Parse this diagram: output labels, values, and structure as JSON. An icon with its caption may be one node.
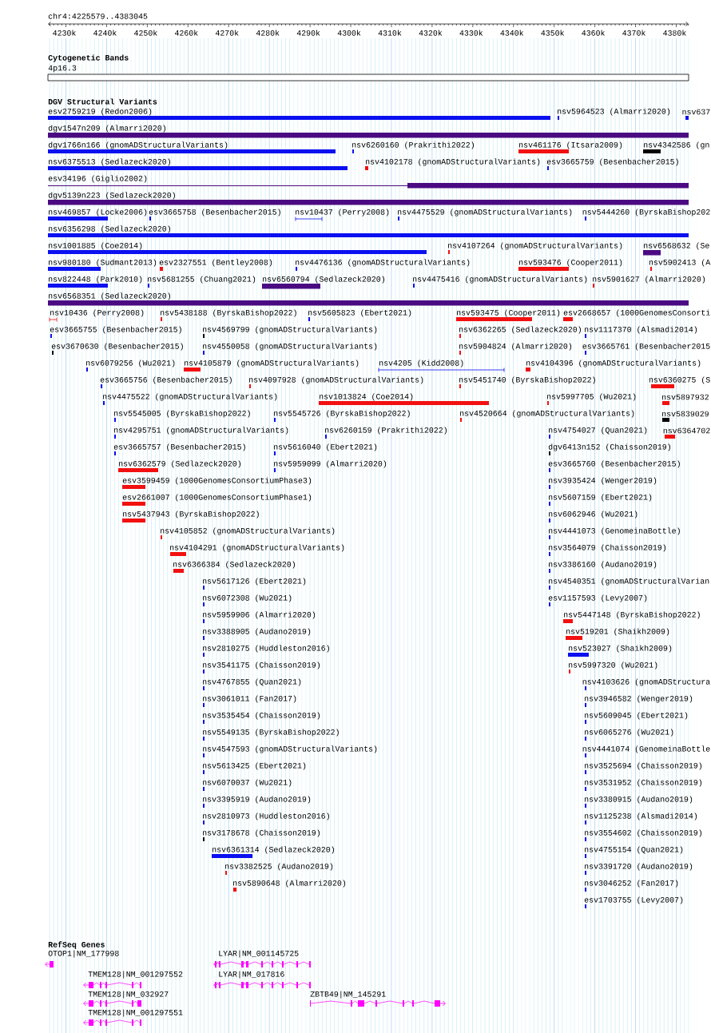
{
  "diagram": {
    "nodes": [
      {
        "text": [
          "4p16.3"
        ]
      },
      {
        "text": [
          "esv2759219 (Redon2006)"
        ]
      },
      {
        "text": [
          "nsv5964523 (Almarri2020)"
        ]
      },
      {
        "text": [
          "nsv637"
        ]
      },
      {
        "text": [
          "dgv1547n209 (Almarri2020)"
        ]
      },
      {
        "text": [
          "dgv1766n166 (gnomADStructuralVariants)"
        ]
      },
      {
        "text": [
          "nsv6260160 (Prakrithi2022)"
        ]
      },
      {
        "text": [
          "nsv461176 (Itsara2009)"
        ]
      },
      {
        "text": [
          "nsv4342586 (gn"
        ]
      },
      {
        "text": [
          "nsv6375513 (Sedlazeck2020)"
        ]
      },
      {
        "text": [
          "nsv4102178 (gnomADStructuralVariants)"
        ]
      },
      {
        "text": [
          "esv3665759 (Besenbacher2015)"
        ]
      },
      {
        "text": [
          "esv34196 (Giglio2002)"
        ]
      },
      {
        "text": [
          "dgv5139n223 (Sedlazeck2020)"
        ]
      },
      {
        "text": [
          "nsv469857 (Locke2006)"
        ]
      },
      {
        "text": [
          "esv3665758 (Besenbacher2015)"
        ]
      },
      {
        "text": [
          "nsv10437 (Perry2008)"
        ]
      },
      {
        "text": [
          "nsv4475529 (gnomADStructuralVariants)"
        ]
      },
      {
        "text": [
          "nsv5444260 (ByrskaBishop202"
        ]
      },
      {
        "text": [
          "nsv6356298 (Sedlazeck2020)"
        ]
      },
      {
        "text": [
          "nsv1001885 (Coe2014)"
        ]
      },
      {
        "text": [
          "nsv4107264 (gnomADStructuralVariants)"
        ]
      },
      {
        "text": [
          "nsv6568632 (Se"
        ]
      },
      {
        "text": [
          "nsv980180 (Sudmant2013)"
        ]
      },
      {
        "text": [
          "esv2327551 (Bentley2008)"
        ]
      },
      {
        "text": [
          "nsv4476136 (gnomADStructuralVariants)"
        ]
      },
      {
        "text": [
          "nsv593476 (Cooper2011)"
        ]
      },
      {
        "text": [
          "nsv5902413 (A"
        ]
      },
      {
        "text": [
          "nsv822448 (Park2010)"
        ]
      },
      {
        "text": [
          "nsv5681255 (Chuang2021)"
        ]
      },
      {
        "text": [
          "nsv6560794 (Sedlazeck2020)"
        ]
      },
      {
        "text": [
          "nsv4475416 (gnomADStructuralVariants)"
        ]
      },
      {
        "text": [
          "nsv5901627 (Almarri2020)"
        ]
      },
      {
        "text": [
          "nsv6568351 (Sedlazeck2020)"
        ]
      },
      {
        "text": [
          "nsv10436 (Perry2008)"
        ]
      },
      {
        "text": [
          "nsv5438188 (ByrskaBishop2022)"
        ]
      },
      {
        "text": [
          "nsv5605823 (Ebert2021)"
        ]
      },
      {
        "text": [
          "nsv593475 (Cooper2011)"
        ]
      },
      {
        "text": [
          "esv2668657 (1000GenomesConsorti"
        ]
      },
      {
        "text": [
          "esv3665755 (Besenbacher2015)"
        ]
      },
      {
        "text": [
          "nsv4569799 (gnomADStructuralVariants)"
        ]
      },
      {
        "text": [
          "nsv6362265 (Sedlazeck2020)"
        ]
      },
      {
        "text": [
          "nsv1117370 (Alsmadi2014)"
        ]
      },
      {
        "text": [
          "esv3670630 (Besenbacher2015)"
        ]
      },
      {
        "text": [
          "nsv4550058 (gnomADStructuralVariants)"
        ]
      },
      {
        "text": [
          "nsv5904824 (Almarri2020)"
        ]
      },
      {
        "text": [
          "esv3665761 (Besenbacher2015"
        ]
      },
      {
        "text": [
          "nsv6079256 (Wu2021)"
        ]
      },
      {
        "text": [
          "nsv4105879 (gnomADStructuralVariants)"
        ]
      },
      {
        "text": [
          "nsv4205 (Kidd2008)"
        ]
      },
      {
        "text": [
          "nsv4104396 (gnomADStructuralVariants)"
        ]
      },
      {
        "text": [
          "esv3665756 (Besenbacher2015)"
        ]
      },
      {
        "text": [
          "nsv4097928 (gnomADStructuralVariants)"
        ]
      },
      {
        "text": [
          "nsv5451740 (ByrskaBishop2022)"
        ]
      },
      {
        "text": [
          "nsv6360275 (S"
        ]
      },
      {
        "text": [
          "nsv4475522 (gnomADStructuralVariants)"
        ]
      },
      {
        "text": [
          "nsv1013824 (Coe2014)"
        ]
      },
      {
        "text": [
          "nsv5997705 (Wu2021)"
        ]
      },
      {
        "text": [
          "nsv5897932"
        ]
      },
      {
        "text": [
          "nsv5545005 (ByrskaBishop2022)"
        ]
      },
      {
        "text": [
          "nsv5545726 (ByrskaBishop2022)"
        ]
      },
      {
        "text": [
          "nsv4520664 (gnomADStructuralVariants)"
        ]
      },
      {
        "text": [
          "nsv5839029"
        ]
      },
      {
        "text": [
          "nsv4295751 (gnomADStructuralVariants)"
        ]
      },
      {
        "text": [
          "nsv6260159 (Prakrithi2022)"
        ]
      },
      {
        "text": [
          "nsv4754027 (Quan2021)"
        ]
      },
      {
        "text": [
          "nsv6364702"
        ]
      },
      {
        "text": [
          "esv3665757 (Besenbacher2015)"
        ]
      },
      {
        "text": [
          "nsv5616040 (Ebert2021)"
        ]
      },
      {
        "text": [
          "dgv6413n152 (Chaisson2019)"
        ]
      },
      {
        "text": [
          "nsv6362579 (Sedlazeck2020)"
        ]
      },
      {
        "text": [
          "nsv5959099 (Almarri2020)"
        ]
      },
      {
        "text": [
          "esv3665760 (Besenbacher2015)"
        ]
      },
      {
        "text": [
          "esv3599459 (1000GenomesConsortiumPhase3)"
        ]
      },
      {
        "text": [
          "nsv3935424 (Wenger2019)"
        ]
      },
      {
        "text": [
          "esv2661007 (1000GenomesConsortiumPhase1)"
        ]
      },
      {
        "text": [
          "nsv5607159 (Ebert2021)"
        ]
      },
      {
        "text": [
          "nsv5437943 (ByrskaBishop2022)"
        ]
      },
      {
        "text": [
          "nsv6062946 (Wu2021)"
        ]
      },
      {
        "text": [
          "nsv4105852 (gnomADStructuralVariants)"
        ]
      },
      {
        "text": [
          "nsv4441073 (GenomeinaBottle)"
        ]
      },
      {
        "text": [
          "nsv4104291 (gnomADStructuralVariants)"
        ]
      },
      {
        "text": [
          "nsv3564079 (Chaisson2019)"
        ]
      },
      {
        "text": [
          "nsv6366384 (Sedlazeck2020)"
        ]
      },
      {
        "text": [
          "nsv3386160 (Audano2019)"
        ]
      },
      {
        "text": [
          "nsv5617126 (Ebert2021)"
        ]
      },
      {
        "text": [
          "nsv4540351 (gnomADStructuralVarian"
        ]
      },
      {
        "text": [
          "nsv6072308 (Wu2021)"
        ]
      },
      {
        "text": [
          "esv1157593 (Levy2007)"
        ]
      },
      {
        "text": [
          "nsv5959906 (Almarri2020)"
        ]
      },
      {
        "text": [
          "nsv5447148 (ByrskaBishop2022)"
        ]
      },
      {
        "text": [
          "nsv3388905 (Audano2019)"
        ]
      },
      {
        "text": [
          "nsv519201 (Shaikh2009)"
        ]
      },
      {
        "text": [
          "nsv2810275 (Huddleston2016)"
        ]
      },
      {
        "text": [
          "nsv523027 (Shaikh2009)"
        ]
      },
      {
        "text": [
          "nsv3541175 (Chaisson2019)"
        ]
      },
      {
        "text": [
          "nsv5997320 (Wu2021)"
        ]
      },
      {
        "text": [
          "nsv4767855 (Quan2021)"
        ]
      },
      {
        "text": [
          "nsv4103626 (gnomADStructura"
        ]
      },
      {
        "text": [
          "nsv3061011 (Fan2017)"
        ]
      },
      {
        "text": [
          "nsv3946582 (Wenger2019)"
        ]
      },
      {
        "text": [
          "nsv3535454 (Chaisson2019)"
        ]
      },
      {
        "text": [
          "nsv5609045 (Ebert2021)"
        ]
      },
      {
        "text": [
          "nsv5549135 (ByrskaBishop2022)"
        ]
      },
      {
        "text": [
          "nsv6065276 (Wu2021)"
        ]
      },
      {
        "text": [
          "nsv4547593 (gnomADStructuralVariants)"
        ]
      },
      {
        "text": [
          "nsv4441074 (GenomeinaBottle"
        ]
      },
      {
        "text": [
          "nsv5613425 (Ebert2021)"
        ]
      },
      {
        "text": [
          "nsv3525694 (Chaisson2019)"
        ]
      },
      {
        "text": [
          "nsv6070037 (Wu2021)"
        ]
      },
      {
        "text": [
          "nsv3531952 (Chaisson2019)"
        ]
      },
      {
        "text": [
          "nsv3395919 (Audano2019)"
        ]
      },
      {
        "text": [
          "nsv3380915 (Audano2019)"
        ]
      },
      {
        "text": [
          "nsv2810973 (Huddleston2016)"
        ]
      },
      {
        "text": [
          "nsv1125238 (Alsmadi2014)"
        ]
      },
      {
        "text": [
          "nsv3178678 (Chaisson2019)"
        ]
      },
      {
        "text": [
          "nsv3554602 (Chaisson2019)"
        ]
      },
      {
        "text": [
          "nsv6361314 (Sedlazeck2020)"
        ]
      },
      {
        "text": [
          "nsv4755154 (Quan2021)"
        ]
      },
      {
        "text": [
          "nsv3382525 (Audano2019)"
        ]
      },
      {
        "text": [
          "nsv3391720 (Audano2019)"
        ]
      },
      {
        "text": [
          "nsv5890648 (Almarri2020)"
        ]
      },
      {
        "text": [
          "nsv3046252 (Fan2017)"
        ]
      },
      {
        "text": [
          "esv1703755 (Levy2007)"
        ]
      },
      {
        "text": [
          "OTOP1|NM_177998"
        ]
      },
      {
        "text": [
          "LYAR|NM_001145725"
        ]
      },
      {
        "text": [
          "TMEM128|NM_001297552"
        ]
      },
      {
        "text": [
          "LYAR|NM_017816"
        ]
      },
      {
        "text": [
          "TMEM128|NM_032927"
        ]
      },
      {
        "text": [
          "ZBTB49|NM_145291"
        ]
      },
      {
        "text": [
          "TMEM128|NM_001297551"
        ]
      }
    ],
    "labels": [
      "chr4:4225579..4383045",
      "4230k",
      "4240k",
      "4250k",
      "4260k",
      "4270k",
      "4280k",
      "4290k",
      "4300k",
      "4310k",
      "4320k",
      "4330k",
      "4340k",
      "4350k",
      "4360k",
      "4370k",
      "4380k",
      "Cytogenetic Bands",
      "DGV Structural Variants",
      "RefSeq Genes"
    ]
  }
}
